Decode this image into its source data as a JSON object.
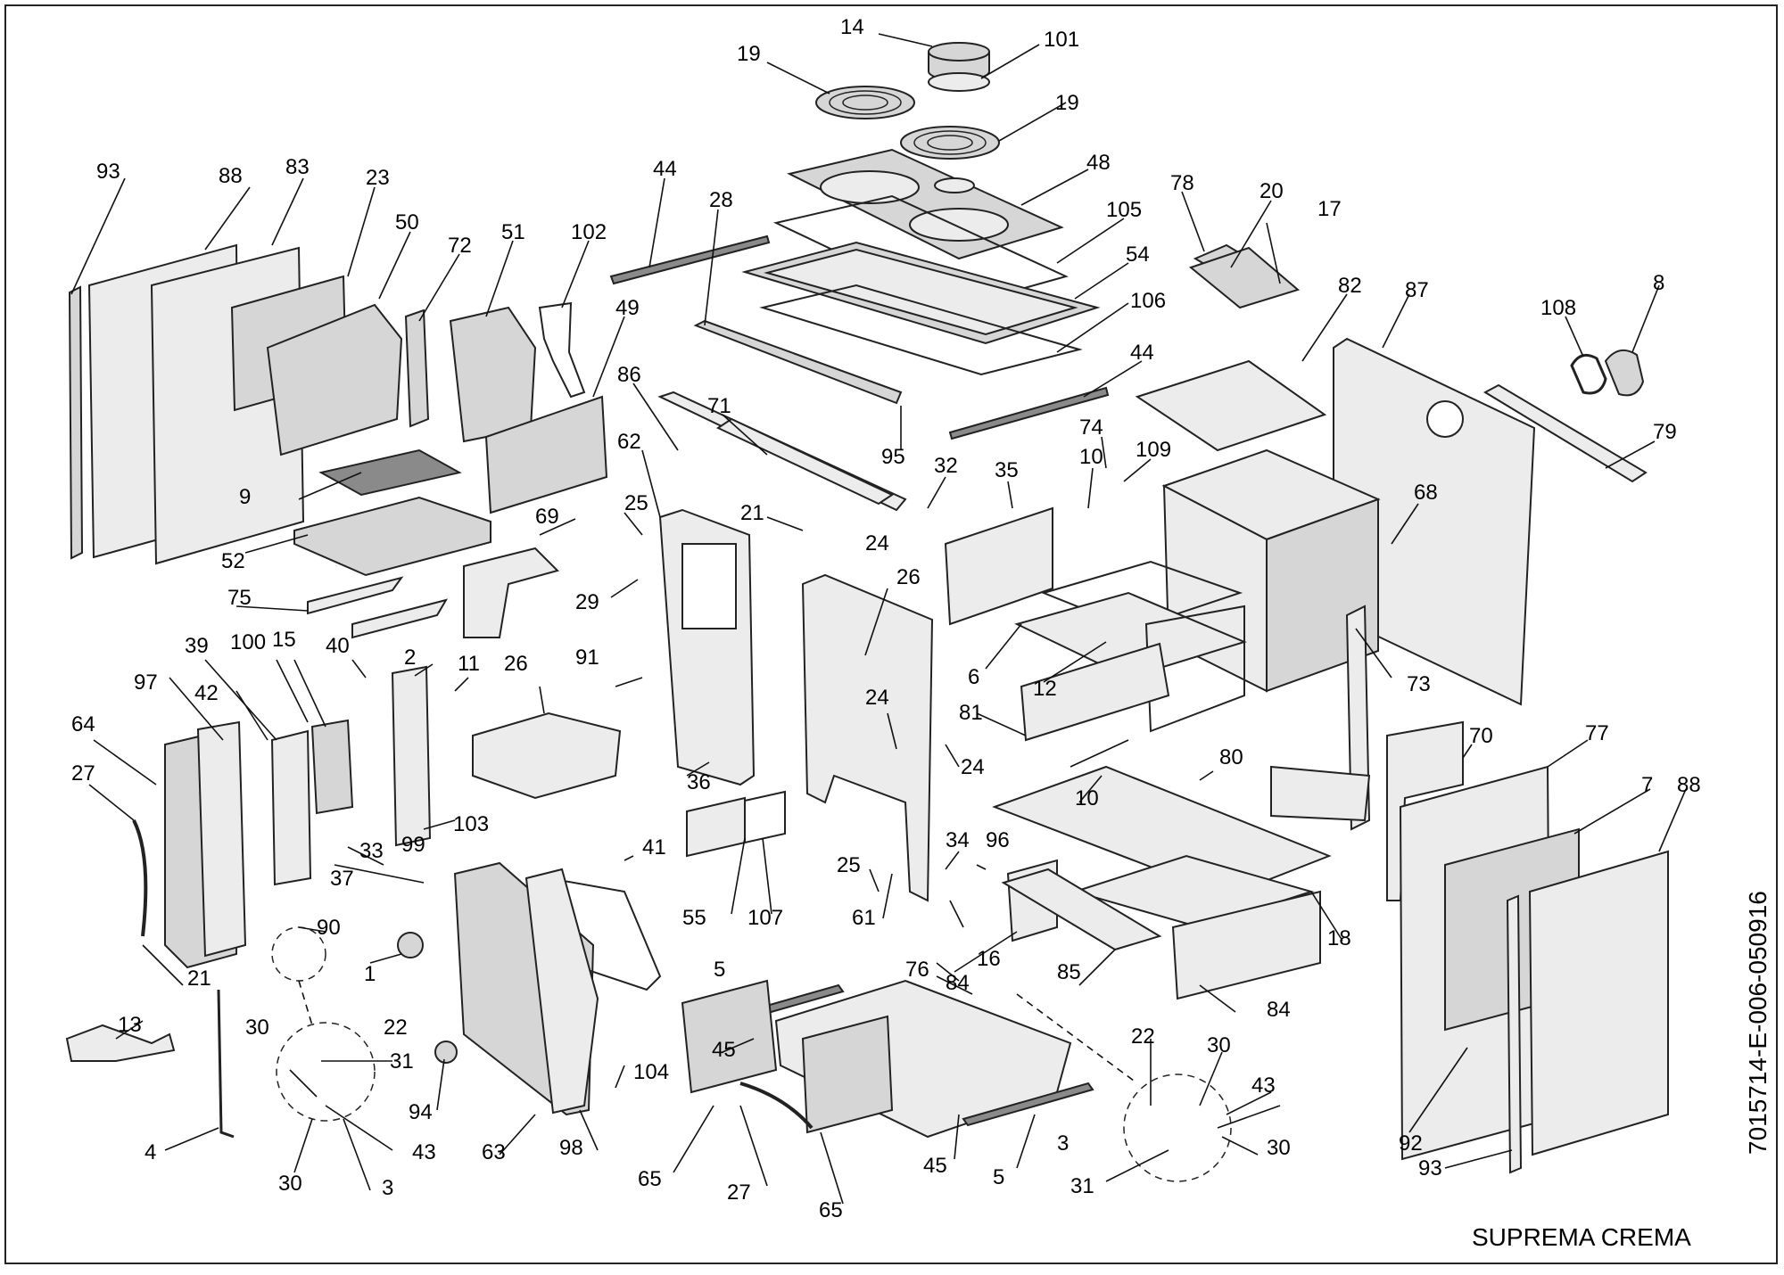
{
  "diagram": {
    "title": "SUPREMA CREMA",
    "code": "7015714-E-006-050916",
    "callouts": [
      {
        "id": "c1",
        "text": "14"
      },
      {
        "id": "c2",
        "text": "101"
      },
      {
        "id": "c3",
        "text": "19"
      },
      {
        "id": "c4",
        "text": "19"
      },
      {
        "id": "c5",
        "text": "93"
      },
      {
        "id": "c6",
        "text": "88"
      },
      {
        "id": "c7",
        "text": "83"
      },
      {
        "id": "c8",
        "text": "23"
      },
      {
        "id": "c9",
        "text": "50"
      },
      {
        "id": "c10",
        "text": "72"
      },
      {
        "id": "c11",
        "text": "51"
      },
      {
        "id": "c12",
        "text": "102"
      },
      {
        "id": "c13",
        "text": "44"
      },
      {
        "id": "c14",
        "text": "28"
      },
      {
        "id": "c15",
        "text": "48"
      },
      {
        "id": "c16",
        "text": "105"
      },
      {
        "id": "c17",
        "text": "54"
      },
      {
        "id": "c18",
        "text": "106"
      },
      {
        "id": "c19",
        "text": "78"
      },
      {
        "id": "c20",
        "text": "20"
      },
      {
        "id": "c21",
        "text": "17"
      },
      {
        "id": "c22",
        "text": "82"
      },
      {
        "id": "c23",
        "text": "87"
      },
      {
        "id": "c24",
        "text": "108"
      },
      {
        "id": "c25",
        "text": "8"
      },
      {
        "id": "c26",
        "text": "49"
      },
      {
        "id": "c27",
        "text": "86"
      },
      {
        "id": "c28",
        "text": "71"
      },
      {
        "id": "c29",
        "text": "44"
      },
      {
        "id": "c30",
        "text": "79"
      },
      {
        "id": "c31",
        "text": "62"
      },
      {
        "id": "c32",
        "text": "95"
      },
      {
        "id": "c33",
        "text": "74"
      },
      {
        "id": "c34",
        "text": "109"
      },
      {
        "id": "c35",
        "text": "9"
      },
      {
        "id": "c36",
        "text": "32"
      },
      {
        "id": "c37",
        "text": "35"
      },
      {
        "id": "c38",
        "text": "10"
      },
      {
        "id": "c39",
        "text": "68"
      },
      {
        "id": "c40",
        "text": "25"
      },
      {
        "id": "c41",
        "text": "21"
      },
      {
        "id": "c42",
        "text": "69"
      },
      {
        "id": "c43",
        "text": "24"
      },
      {
        "id": "c44",
        "text": "52"
      },
      {
        "id": "c45",
        "text": "75"
      },
      {
        "id": "c46",
        "text": "29"
      },
      {
        "id": "c47",
        "text": "26"
      },
      {
        "id": "c48",
        "text": "91"
      },
      {
        "id": "c49",
        "text": "39"
      },
      {
        "id": "c50",
        "text": "100"
      },
      {
        "id": "c51",
        "text": "15"
      },
      {
        "id": "c52",
        "text": "40"
      },
      {
        "id": "c53",
        "text": "2"
      },
      {
        "id": "c54",
        "text": "11"
      },
      {
        "id": "c55",
        "text": "26"
      },
      {
        "id": "c56",
        "text": "6"
      },
      {
        "id": "c57",
        "text": "12"
      },
      {
        "id": "c58",
        "text": "73"
      },
      {
        "id": "c59",
        "text": "97"
      },
      {
        "id": "c60",
        "text": "42"
      },
      {
        "id": "c61",
        "text": "24"
      },
      {
        "id": "c62",
        "text": "81"
      },
      {
        "id": "c63",
        "text": "70"
      },
      {
        "id": "c64",
        "text": "77"
      },
      {
        "id": "c65",
        "text": "64"
      },
      {
        "id": "c66",
        "text": "36"
      },
      {
        "id": "c67",
        "text": "24"
      },
      {
        "id": "c68",
        "text": "80"
      },
      {
        "id": "c69",
        "text": "27"
      },
      {
        "id": "c70",
        "text": "103"
      },
      {
        "id": "c71",
        "text": "99"
      },
      {
        "id": "c72",
        "text": "10"
      },
      {
        "id": "c73",
        "text": "7"
      },
      {
        "id": "c74",
        "text": "88"
      },
      {
        "id": "c75",
        "text": "33"
      },
      {
        "id": "c76",
        "text": "37"
      },
      {
        "id": "c77",
        "text": "25"
      },
      {
        "id": "c78",
        "text": "34"
      },
      {
        "id": "c79",
        "text": "96"
      },
      {
        "id": "c80",
        "text": "41"
      },
      {
        "id": "c81",
        "text": "55"
      },
      {
        "id": "c82",
        "text": "107"
      },
      {
        "id": "c83",
        "text": "61"
      },
      {
        "id": "c84",
        "text": "90"
      },
      {
        "id": "c85",
        "text": "21"
      },
      {
        "id": "c86",
        "text": "1"
      },
      {
        "id": "c87",
        "text": "84"
      },
      {
        "id": "c88",
        "text": "18"
      },
      {
        "id": "c89",
        "text": "5"
      },
      {
        "id": "c90",
        "text": "76"
      },
      {
        "id": "c91",
        "text": "16"
      },
      {
        "id": "c92",
        "text": "85"
      },
      {
        "id": "c93",
        "text": "13"
      },
      {
        "id": "c94",
        "text": "84"
      },
      {
        "id": "c95",
        "text": "45"
      },
      {
        "id": "c96",
        "text": "104"
      },
      {
        "id": "c97",
        "text": "22"
      },
      {
        "id": "c98",
        "text": "30"
      },
      {
        "id": "c99",
        "text": "30"
      },
      {
        "id": "c100",
        "text": "22"
      },
      {
        "id": "c101",
        "text": "31"
      },
      {
        "id": "c102",
        "text": "43"
      },
      {
        "id": "c103",
        "text": "94"
      },
      {
        "id": "c104",
        "text": "92"
      },
      {
        "id": "c105",
        "text": "4"
      },
      {
        "id": "c106",
        "text": "43"
      },
      {
        "id": "c107",
        "text": "63"
      },
      {
        "id": "c108",
        "text": "98"
      },
      {
        "id": "c109",
        "text": "3"
      },
      {
        "id": "c110",
        "text": "30"
      },
      {
        "id": "c111",
        "text": "30"
      },
      {
        "id": "c112",
        "text": "3"
      },
      {
        "id": "c113",
        "text": "65"
      },
      {
        "id": "c114",
        "text": "45"
      },
      {
        "id": "c115",
        "text": "5"
      },
      {
        "id": "c116",
        "text": "31"
      },
      {
        "id": "c117",
        "text": "93"
      },
      {
        "id": "c118",
        "text": "27"
      },
      {
        "id": "c119",
        "text": "65"
      }
    ]
  }
}
